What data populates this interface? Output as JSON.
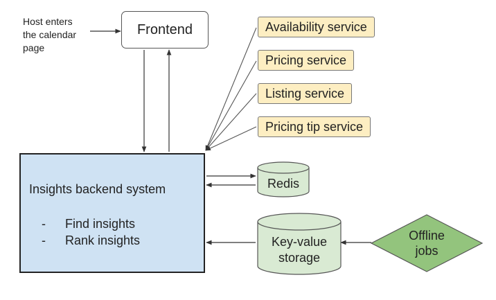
{
  "note": {
    "line1": "Host enters",
    "line2": "the calendar",
    "line3": "page"
  },
  "frontend": {
    "label": "Frontend"
  },
  "services": [
    {
      "label": "Availability service"
    },
    {
      "label": "Pricing service"
    },
    {
      "label": "Listing service"
    },
    {
      "label": "Pricing tip service"
    }
  ],
  "backend": {
    "title": "Insights backend system",
    "items": [
      {
        "bullet": "-",
        "label": "Find insights"
      },
      {
        "bullet": "-",
        "label": "Rank insights"
      }
    ]
  },
  "redis": {
    "label": "Redis"
  },
  "kv_storage": {
    "line1": "Key-value",
    "line2": "storage"
  },
  "offline_jobs": {
    "line1": "Offline",
    "line2": "jobs"
  },
  "colors": {
    "service_fill": "#fdeec2",
    "backend_fill": "#cfe2f3",
    "store_fill": "#d9ead3",
    "offline_fill": "#93c47d",
    "line": "#333333"
  }
}
